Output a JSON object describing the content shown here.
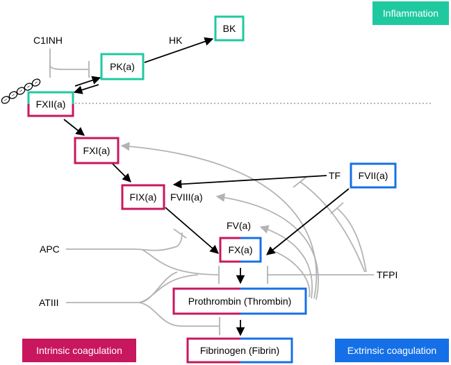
{
  "colors": {
    "inflammation": "#1fc9a0",
    "intrinsic": "#c8175e",
    "extrinsic": "#1570e8",
    "inhibition": "#b3b3b3",
    "activation": "#000000"
  },
  "badges": {
    "inflammation": "Inflammation",
    "intrinsic": "Intrinsic coagulation",
    "extrinsic": "Extrinsic coagulation"
  },
  "nodes": {
    "bk": "BK",
    "pk": "PK(a)",
    "fxii": "FXII(a)",
    "fxi": "FXI(a)",
    "fix": "FIX(a)",
    "fvii": "FVII(a)",
    "fx": "FX(a)",
    "prothrombin": "Prothrombin (Thrombin)",
    "fibrinogen": "Fibrinogen (Fibrin)"
  },
  "labels": {
    "c1inh": "C1INH",
    "hk": "HK",
    "fviii": "FVIII(a)",
    "fv": "FV(a)",
    "tf": "TF",
    "apc": "APC",
    "atiii": "ATIII",
    "tfpi": "TFPI"
  },
  "surface_charge_icons": [
    "−",
    "−",
    "−",
    "−",
    "−"
  ]
}
